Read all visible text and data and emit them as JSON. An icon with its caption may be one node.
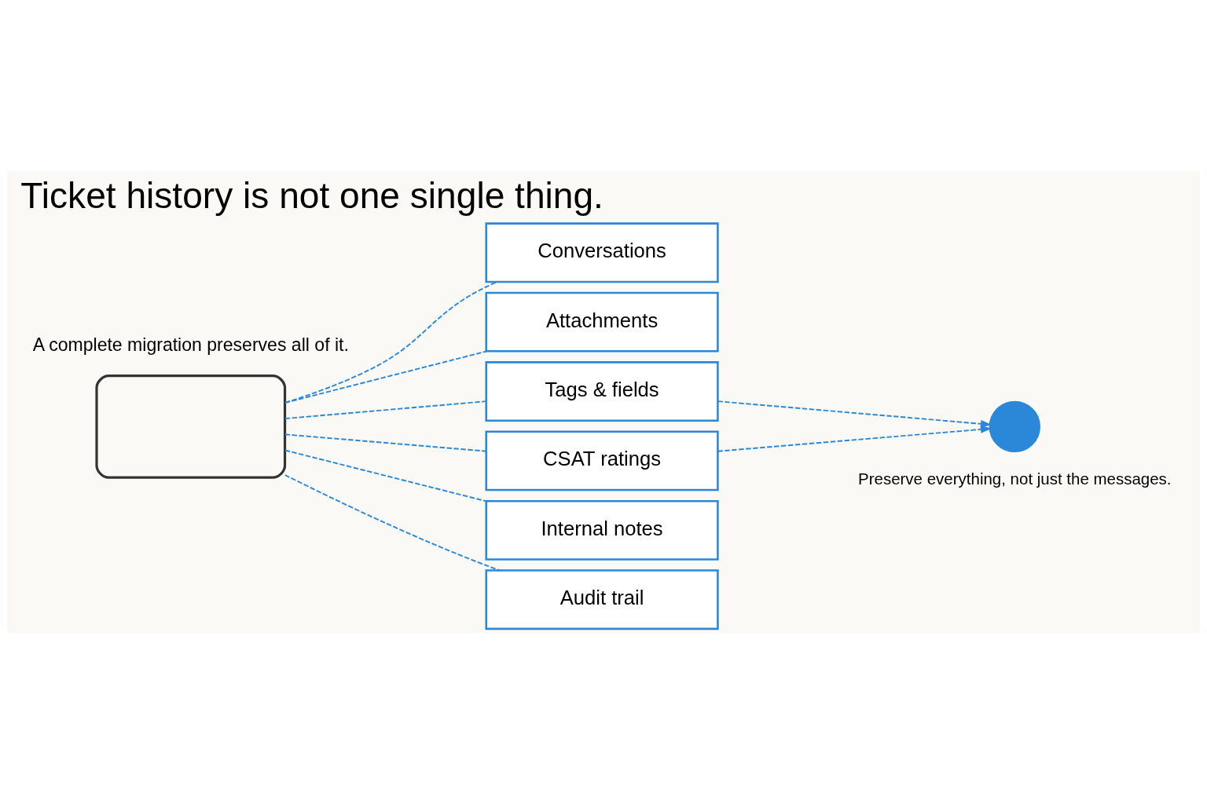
{
  "diagram": {
    "title": "Ticket history is not one single thing.",
    "nodes": [
      {
        "text": [],
        "shape": "box"
      },
      {
        "text": [
          "Conversations"
        ]
      },
      {
        "text": [
          "Attachments"
        ]
      },
      {
        "text": [
          "Tags & fields"
        ]
      },
      {
        "text": [
          "CSAT ratings"
        ]
      },
      {
        "text": [
          "Internal notes"
        ]
      },
      {
        "text": [
          "Audit trail"
        ]
      },
      {
        "text": [],
        "shape": "circle",
        "beside": [
          "Preserve everything, not just the messages."
        ]
      }
    ],
    "edges": [
      {
        "from": 0,
        "to": 1,
        "arrow": "none",
        "style": "dashed"
      },
      {
        "from": 0,
        "to": 2,
        "arrow": "none",
        "style": "dashed"
      },
      {
        "from": 0,
        "to": 3,
        "arrow": "none",
        "style": "dashed"
      },
      {
        "from": 0,
        "to": 4,
        "arrow": "none",
        "style": "dashed"
      },
      {
        "from": 0,
        "to": 5,
        "arrow": "none",
        "style": "dashed"
      },
      {
        "from": 0,
        "to": 6,
        "arrow": "none",
        "style": "dashed"
      },
      {
        "from": 3,
        "to": 7,
        "arrow": "to",
        "style": "dashed"
      },
      {
        "from": 4,
        "to": 7,
        "arrow": "to",
        "style": "dashed"
      }
    ],
    "labels": [
      "A complete migration preserves all of it."
    ]
  }
}
